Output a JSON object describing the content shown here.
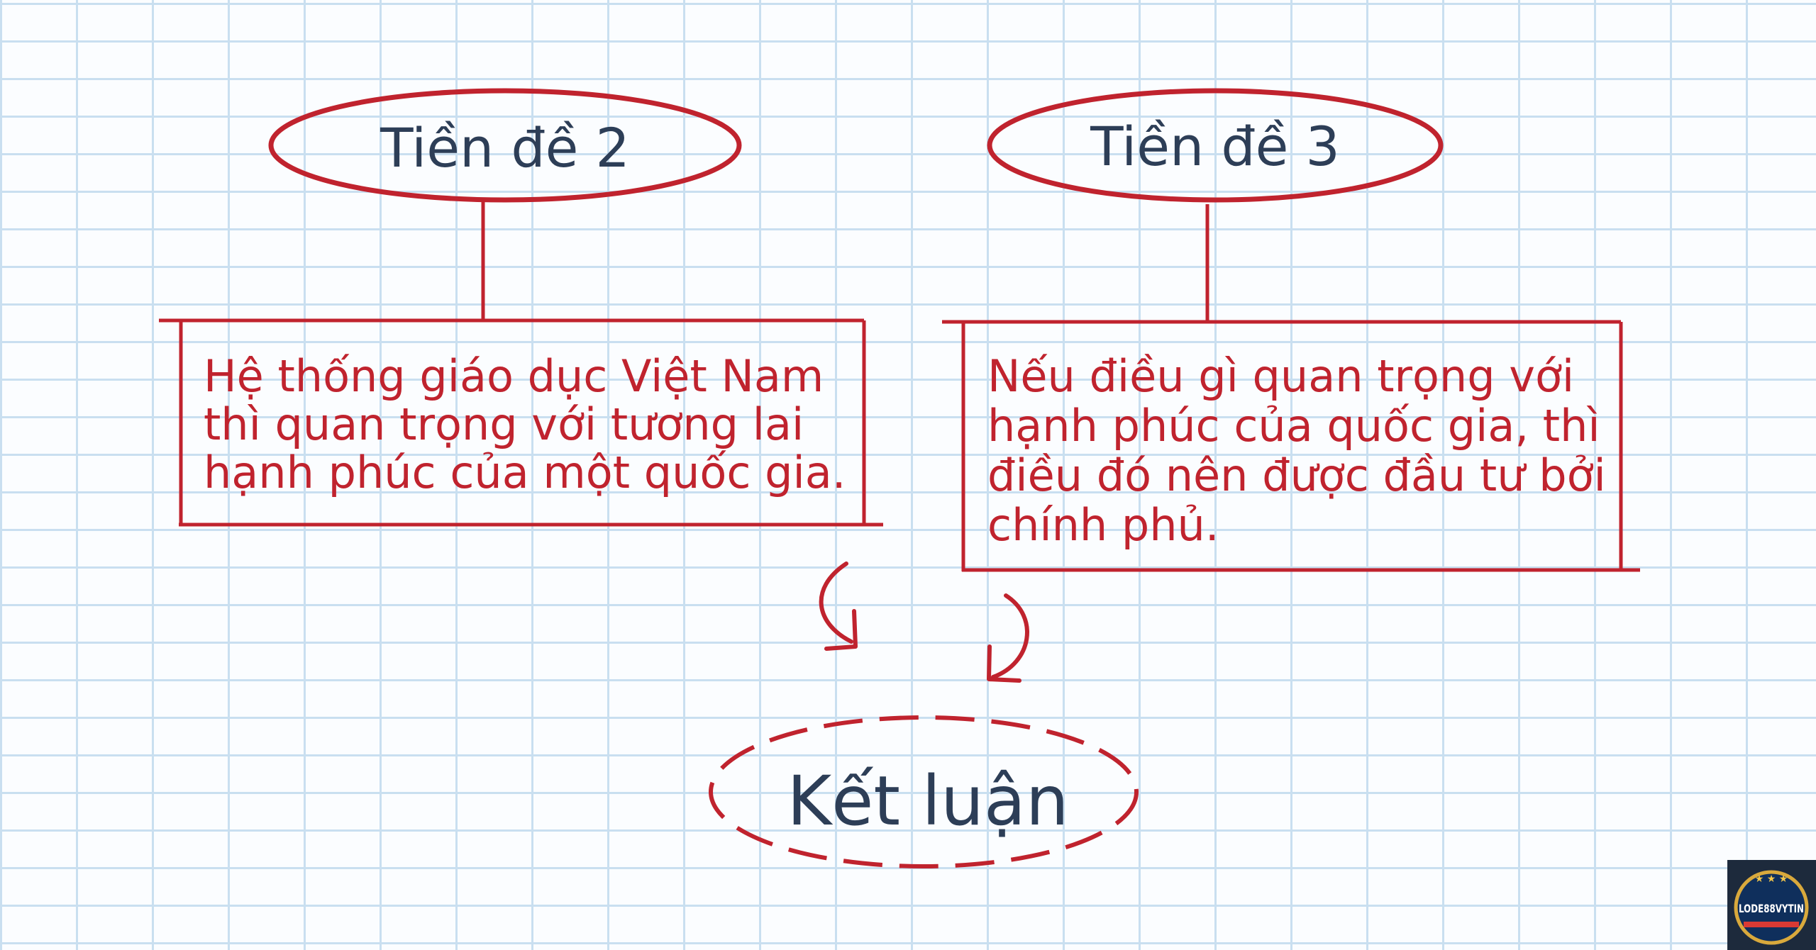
{
  "premise_2": {
    "title": "Tiền đề 2",
    "lines": [
      "Hệ thống giáo dục Việt Nam",
      "thì quan trọng với tương lai",
      "hạnh phúc của một quốc gia."
    ]
  },
  "premise_3": {
    "title": "Tiền đề 3",
    "lines": [
      "Nếu điều gì quan trọng với",
      "hạnh phúc của quốc gia, thì",
      "điều đó nên được đầu tư bởi",
      "chính phủ."
    ]
  },
  "conclusion": {
    "label": "Kết luận"
  },
  "logo": {
    "text": "LODE88VYTIN"
  },
  "colors": {
    "outline": "#c0232e",
    "title_text": "#2d3e57",
    "grid": "#c9dff0",
    "paper": "#fbfdff"
  }
}
